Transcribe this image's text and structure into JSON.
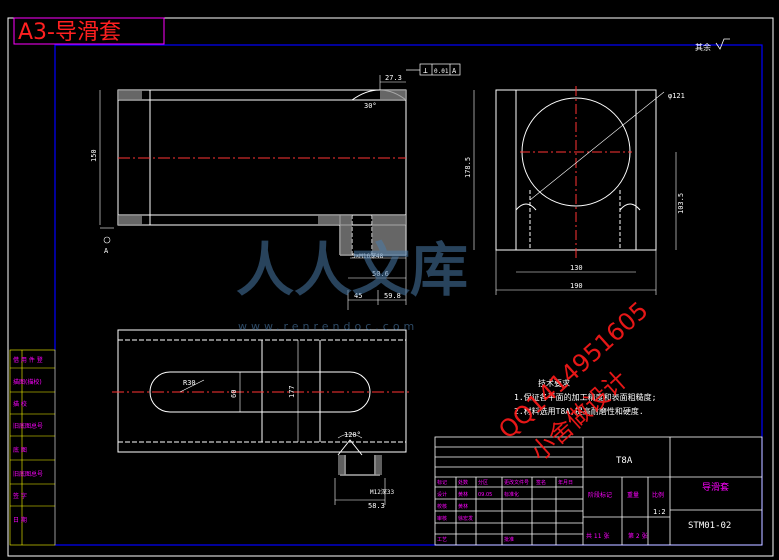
{
  "title": "A3-导滑套",
  "surface_note": "其余",
  "tolerance_frame": {
    "symbol": "⊥",
    "value": "0.01",
    "datum": "A"
  },
  "datum_label": "A",
  "dims": {
    "top_len": "27.3",
    "angle_top": "30°",
    "dia_left": "150",
    "m16": "3×M16深48",
    "len_506": "50.6",
    "len_45": "45",
    "len_598": "59.8",
    "dia_121": "φ121",
    "h_1785": "178.5",
    "h_1035": "103.5",
    "w_130": "130",
    "w_190": "190",
    "r30": "R30",
    "h_60": "60",
    "h_177": "177",
    "angle_120": "120°",
    "m12": "M12深33",
    "len_583": "58.3"
  },
  "tech_req": {
    "heading": "技术要求",
    "line1": "1.保证各平面的加工精度和表面粗糙度;",
    "line2": "2.材料选用T8A,提高耐磨性和硬度."
  },
  "watermark": {
    "cn": "人人文库",
    "url": "www.renrendoc.com",
    "qq": "QQ1414951605",
    "sub": "小舍做设计"
  },
  "title_block": {
    "material": "T8A",
    "part_name": "导滑套",
    "drawing_no": "STM01-02",
    "scale_label": "比例",
    "scale": "1:2",
    "weight_label": "重量",
    "stage_label": "阶段标记",
    "sheets": "共 11 张",
    "sheet": "第 2 张",
    "rows": [
      [
        "标记",
        "处数",
        "分区",
        "更改文件号",
        "签名",
        "年月日"
      ],
      [
        "设计",
        "黄林",
        "09.05",
        "标准化",
        "",
        ""
      ],
      [
        "校核",
        "黄林",
        "",
        "",
        "",
        ""
      ],
      [
        "审核",
        "徐宏发",
        "",
        "",
        "",
        ""
      ],
      [
        "工艺",
        "",
        "",
        "批准",
        "",
        ""
      ]
    ]
  },
  "left_strip": [
    "借 用 件 登",
    "描图(描校)",
    "描 校",
    "旧底图总号",
    "底 图",
    "旧底图总号",
    "签 字",
    "日 期"
  ]
}
